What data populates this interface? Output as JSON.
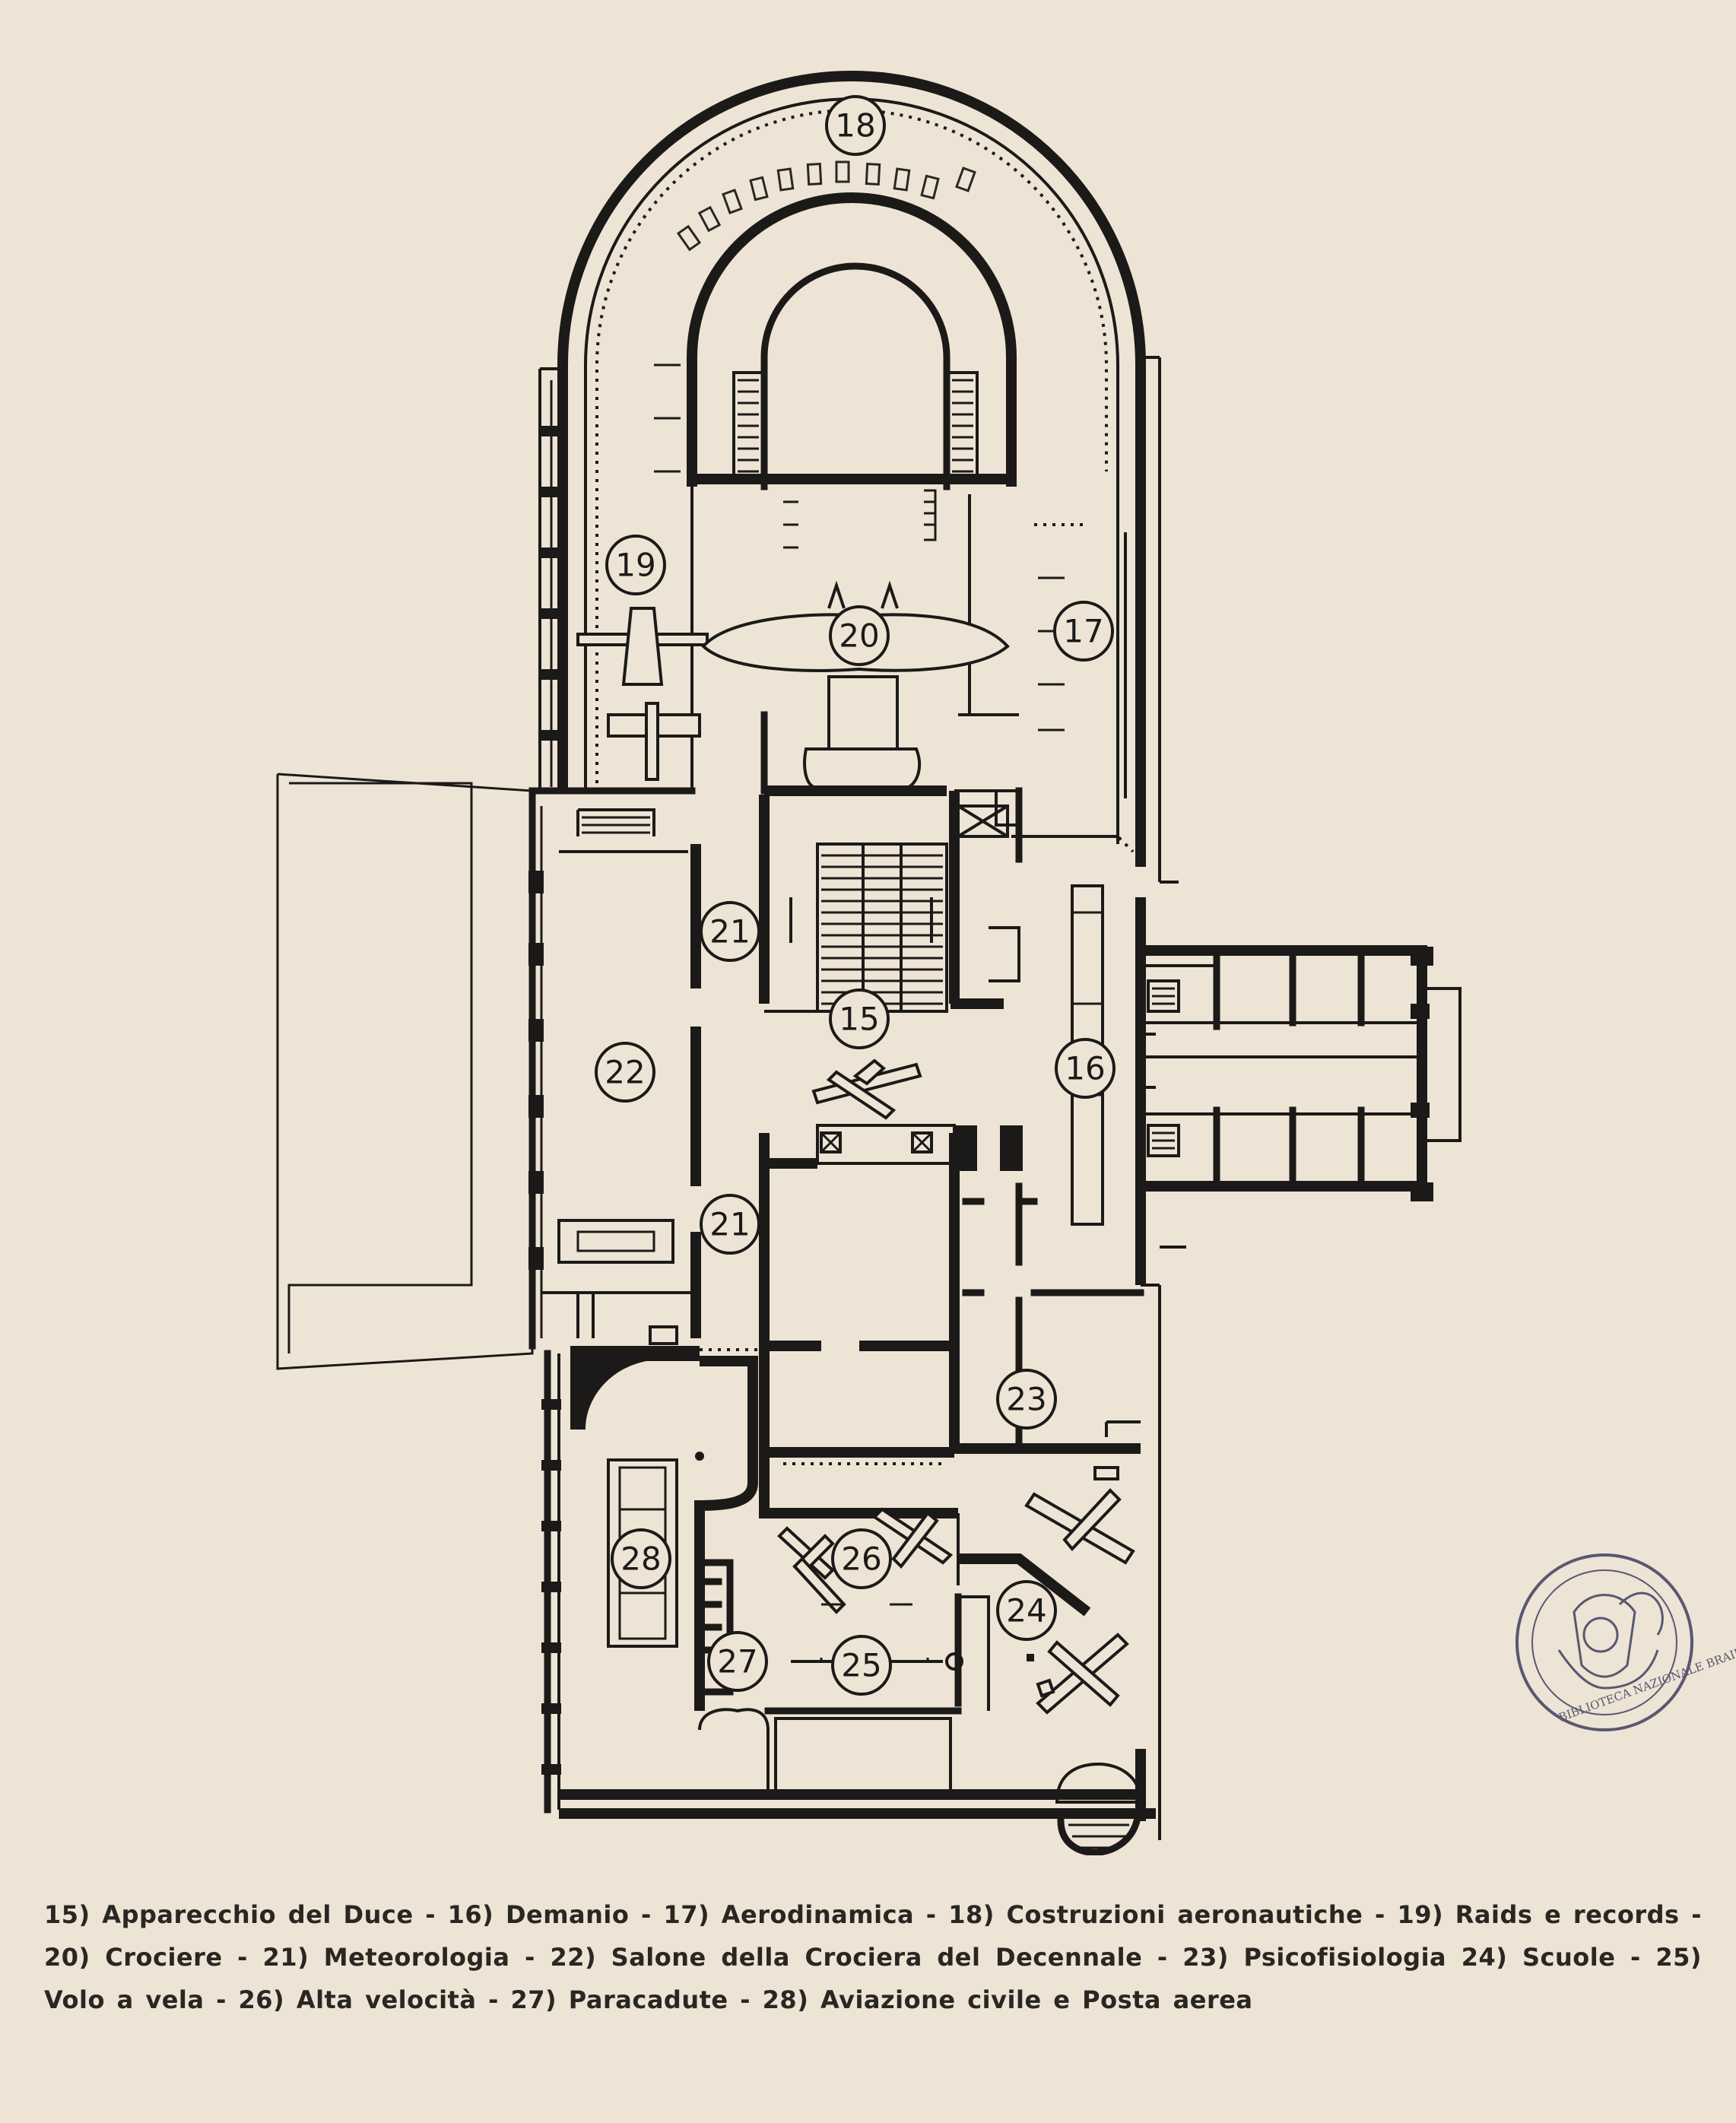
{
  "room_labels": [
    {
      "number": "15"
    },
    {
      "number": "16"
    },
    {
      "number": "17"
    },
    {
      "number": "18"
    },
    {
      "number": "19"
    },
    {
      "number": "20"
    },
    {
      "number": "21"
    },
    {
      "number": "21"
    },
    {
      "number": "22"
    },
    {
      "number": "23"
    },
    {
      "number": "24"
    },
    {
      "number": "25"
    },
    {
      "number": "26"
    },
    {
      "number": "27"
    },
    {
      "number": "28"
    }
  ],
  "legend": [
    "15) Apparecchio del Duce",
    "16) Demanio",
    "17) Aerodinamica",
    "18) Costruzioni aeronautiche",
    "19) Raids e records",
    "20) Crociere",
    "21) Meteorologia",
    "22) Salone della Crociera del Decennale",
    "23) Psicofisiologia",
    "24) Scuole",
    "25) Volo a vela",
    "26) Alta velocità",
    "27) Paracadute",
    "28) Aviazione civile e Posta aerea"
  ],
  "legend_separator": " - ",
  "stamp": {
    "text": "BIBLIOTECA NAZIONALE BRAIDENSE",
    "color": "#5a5770"
  }
}
